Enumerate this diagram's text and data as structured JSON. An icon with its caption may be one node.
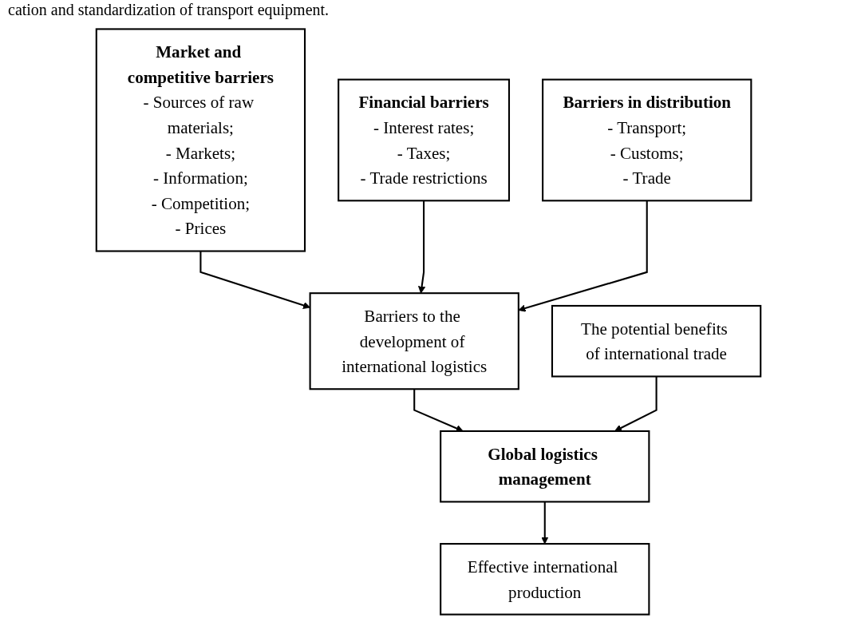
{
  "diagram": {
    "nodes": [
      {
        "text": [
          "Market and competitive barriers",
          "- Sources of raw materials;",
          "- Markets;",
          "- Information;",
          "- Competition;",
          "- Prices"
        ]
      },
      {
        "text": [
          "Financial barriers",
          "- Interest rates;",
          "- Taxes;",
          "- Trade restrictions"
        ]
      },
      {
        "text": [
          "Barriers in distribution",
          "- Transport;",
          "- Customs;",
          "- Trade"
        ]
      },
      {
        "text": [
          "Barriers to the development of international logistics"
        ]
      },
      {
        "text": [
          "Global logistics management"
        ]
      },
      {
        "text": [
          "Effective international production"
        ]
      },
      {
        "text": [
          "The potential benefits of international trade"
        ]
      }
    ],
    "edges": [
      {
        "from": 0,
        "to": 3,
        "arrow": "to"
      },
      {
        "from": 1,
        "to": 3,
        "arrow": "to"
      },
      {
        "from": 2,
        "to": 3,
        "arrow": "to"
      },
      {
        "from": 3,
        "to": 4,
        "arrow": "to"
      },
      {
        "from": 4,
        "to": 5,
        "arrow": "to"
      },
      {
        "from": 6,
        "to": 4,
        "arrow": "to"
      }
    ],
    "labels": [
      "cation and standardization of transport equipment."
    ]
  }
}
